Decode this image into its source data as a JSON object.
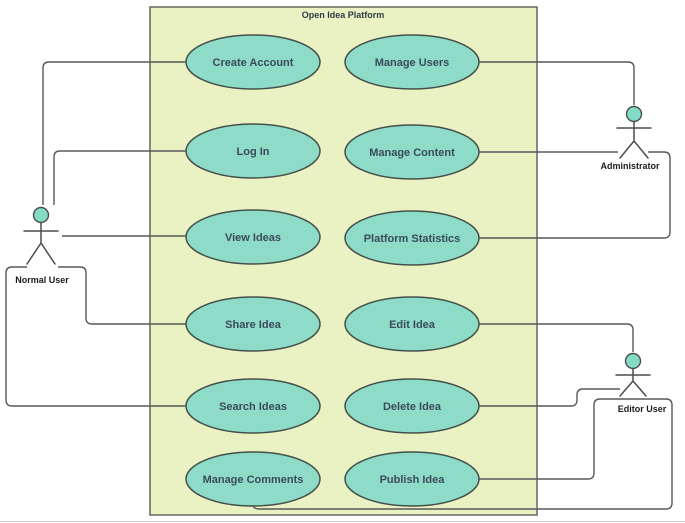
{
  "diagram": {
    "title": "Open Idea Platform"
  },
  "use_cases": [
    {
      "id": "create-account",
      "label": "Create Account"
    },
    {
      "id": "manage-users",
      "label": "Manage Users"
    },
    {
      "id": "log-in",
      "label": "Log In"
    },
    {
      "id": "manage-content",
      "label": "Manage Content"
    },
    {
      "id": "view-ideas",
      "label": "View Ideas"
    },
    {
      "id": "platform-statistics",
      "label": "Platform Statistics"
    },
    {
      "id": "share-idea",
      "label": "Share Idea"
    },
    {
      "id": "edit-idea",
      "label": "Edit Idea"
    },
    {
      "id": "search-ideas",
      "label": "Search Ideas"
    },
    {
      "id": "delete-idea",
      "label": "Delete Idea"
    },
    {
      "id": "manage-comments",
      "label": "Manage Comments"
    },
    {
      "id": "publish-idea",
      "label": "Publish Idea"
    }
  ],
  "actors": [
    {
      "id": "normal-user",
      "label": "Normal User"
    },
    {
      "id": "administrator",
      "label": "Administrator"
    },
    {
      "id": "editor-user",
      "label": "Editor User"
    }
  ],
  "connections": [
    {
      "from": "normal-user",
      "to": "create-account"
    },
    {
      "from": "normal-user",
      "to": "log-in"
    },
    {
      "from": "normal-user",
      "to": "view-ideas"
    },
    {
      "from": "normal-user",
      "to": "share-idea"
    },
    {
      "from": "normal-user",
      "to": "search-ideas"
    },
    {
      "from": "administrator",
      "to": "manage-users"
    },
    {
      "from": "administrator",
      "to": "manage-content"
    },
    {
      "from": "administrator",
      "to": "platform-statistics"
    },
    {
      "from": "editor-user",
      "to": "edit-idea"
    },
    {
      "from": "editor-user",
      "to": "delete-idea"
    },
    {
      "from": "editor-user",
      "to": "publish-idea"
    },
    {
      "from": "editor-user",
      "to": "manage-comments"
    }
  ],
  "colors": {
    "boundary_fill": "#eaf2c4",
    "boundary_stroke": "#66665c",
    "use_case_fill": "#8edcc7",
    "use_case_stroke": "#44504a",
    "use_case_text": "#3a4a5c",
    "actor_head_fill": "#82dcc5",
    "connector": "#58585a",
    "label_text": "#1c1c1c"
  }
}
